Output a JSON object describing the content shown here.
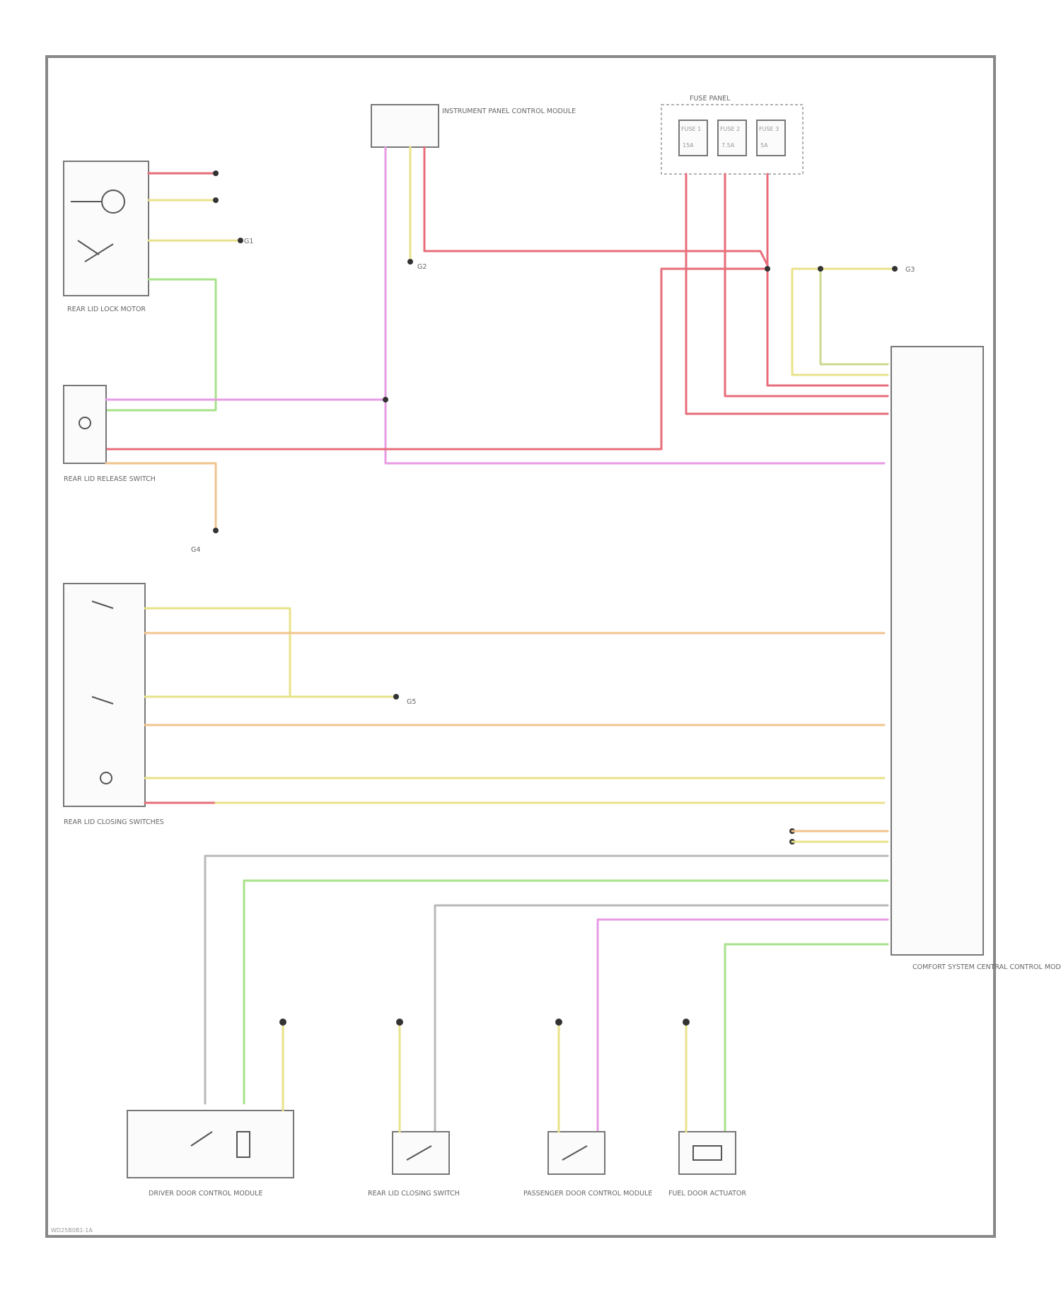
{
  "diagram": {
    "doc_code": "WD25B0B1-1A",
    "components": [
      {
        "id": "rear-lid-lock-motor",
        "name": "REAR LID LOCK MOTOR"
      },
      {
        "id": "rear-lid-release-switch",
        "name": "REAR LID RELEASE SWITCH"
      },
      {
        "id": "instrument-panel-module",
        "name": "INSTRUMENT PANEL CONTROL MODULE"
      },
      {
        "id": "fuse-panel",
        "name": "FUSE PANEL"
      },
      {
        "id": "door-switches-unit",
        "name": "REAR LID CLOSING SWITCHES"
      },
      {
        "id": "comfort-control-module",
        "name": "COMFORT SYSTEM CENTRAL CONTROL MODULE"
      },
      {
        "id": "driver-door-module",
        "name": "DRIVER DOOR CONTROL MODULE"
      },
      {
        "id": "rear-lid-closing-switch",
        "name": "REAR LID CLOSING SWITCH"
      },
      {
        "id": "passenger-door-module",
        "name": "PASSENGER DOOR CONTROL MODULE"
      },
      {
        "id": "fuel-door-actuator",
        "name": "FUEL DOOR ACTUATOR"
      }
    ],
    "fuses": [
      {
        "id": "fuse-1",
        "label": "FUSE 1",
        "rating": "15A"
      },
      {
        "id": "fuse-2",
        "label": "FUSE 2",
        "rating": "7.5A"
      },
      {
        "id": "fuse-3",
        "label": "FUSE 3",
        "rating": "5A"
      }
    ],
    "grounds": [
      {
        "id": "ground-g1",
        "label": "G1"
      },
      {
        "id": "ground-g2",
        "label": "G2"
      },
      {
        "id": "ground-g3",
        "label": "G3"
      },
      {
        "id": "ground-g4",
        "label": "G4"
      },
      {
        "id": "ground-g5",
        "label": "G5"
      }
    ],
    "wire_colors": {
      "red": "#e76d7a",
      "pink": "#e79be3",
      "green": "#a8e28a",
      "yellow": "#e8e28a",
      "orange": "#f0c48e",
      "grey": "#b9b9b9",
      "olive": "#ccd890"
    }
  }
}
